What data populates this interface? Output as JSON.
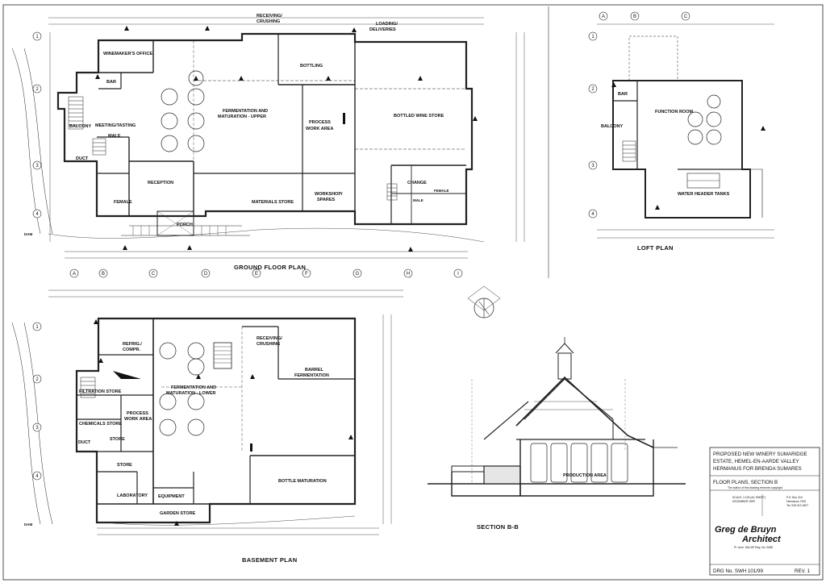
{
  "drawing": {
    "ground_floor": {
      "title": "GROUND FLOOR PLAN",
      "rooms": {
        "winemakers_office": "WINEMAKER'S OFFICE",
        "bar": "BAR",
        "balcony": "BALCONY",
        "meeting_tasting": "MEETING/TASTING",
        "male": "MALE",
        "duct": "DUCT",
        "female": "FEMALE",
        "reception": "RECEPTION",
        "porch": "PORCH",
        "fermentation_1": "FERMENTATION AND",
        "fermentation_2": "MATURATION - UPPER",
        "process_1": "PROCESS",
        "process_2": "WORK AREA",
        "bottling": "BOTTLING",
        "bottled_wine_store": "BOTTLED WINE STORE",
        "receiving": "RECEIVING/",
        "crushing": "CRUSHING",
        "loading": "LOADING/",
        "deliveries": "DELIVERIES",
        "materials_store": "MATERIALS STORE",
        "workshop_1": "WORKSHOP/",
        "workshop_2": "SPARES",
        "change": "CHANGE",
        "female_2": "FEMALE",
        "male_2": "MALE",
        "dam": "DAM"
      }
    },
    "loft": {
      "title": "LOFT PLAN",
      "rooms": {
        "bar": "BAR",
        "function_room": "FUNCTION ROOM",
        "balcony": "BALCONY",
        "water_header": "WATER HEADER TANKS"
      }
    },
    "basement": {
      "title": "BASEMENT PLAN",
      "rooms": {
        "refrig_1": "REFRIG./",
        "refrig_2": "COMPR.",
        "filtration": "FILTRATION STORE",
        "chemicals": "CHEMICALS STORE",
        "process_1": "PROCESS",
        "process_2": "WORK AREA",
        "duct": "DUCT",
        "store_1": "STORE",
        "store_2": "STORE",
        "laboratory": "LABORATORY",
        "equipment": "EQUIPMENT",
        "garden_store": "GARDEN STORE",
        "fermentation_1": "FERMENTATION AND",
        "fermentation_2": "MATURATION - LOWER",
        "receiving": "RECEIVING/",
        "crushing": "CRUSHING",
        "barrel_1": "BARREL",
        "barrel_2": "FERMENTATION",
        "bottle_maturation": "BOTTLE MATURATION",
        "dam": "DAM"
      }
    },
    "section": {
      "title": "SECTION B-B",
      "production_area": "PRODUCTION AREA"
    },
    "grid": {
      "cols_main": [
        "A",
        "B",
        "C",
        "D",
        "E",
        "F",
        "G",
        "H",
        "I"
      ],
      "cols_loft": [
        "A",
        "B",
        "C"
      ],
      "rows": [
        "1",
        "2",
        "3",
        "4"
      ]
    }
  },
  "title_block": {
    "project_lines": [
      "PROPOSED NEW WINERY SUMARIDGE",
      "ESTATE, HEMEL-EN-AARDE VALLEY",
      "HERMANUS FOR BRENDA SUMARES"
    ],
    "sheet_title": "FLOOR PLANS, SECTION B",
    "copyright": "The author of this drawing reserves copyright",
    "scale": "SCALE: 1:100 (A1 SHEET)",
    "date": "DECEMBER 1999",
    "address": "P.O. Box 410",
    "town": "Hermanus 7200",
    "tel": "Tel: 028 313 1837",
    "brand_1": "Greg de Bruyn",
    "brand_2": "Architect",
    "reg": "Pr. Arch. SACAP Reg. No. 5458",
    "drawing_no": "DRG No. SWH 101/99",
    "revision": "REV. 1"
  }
}
